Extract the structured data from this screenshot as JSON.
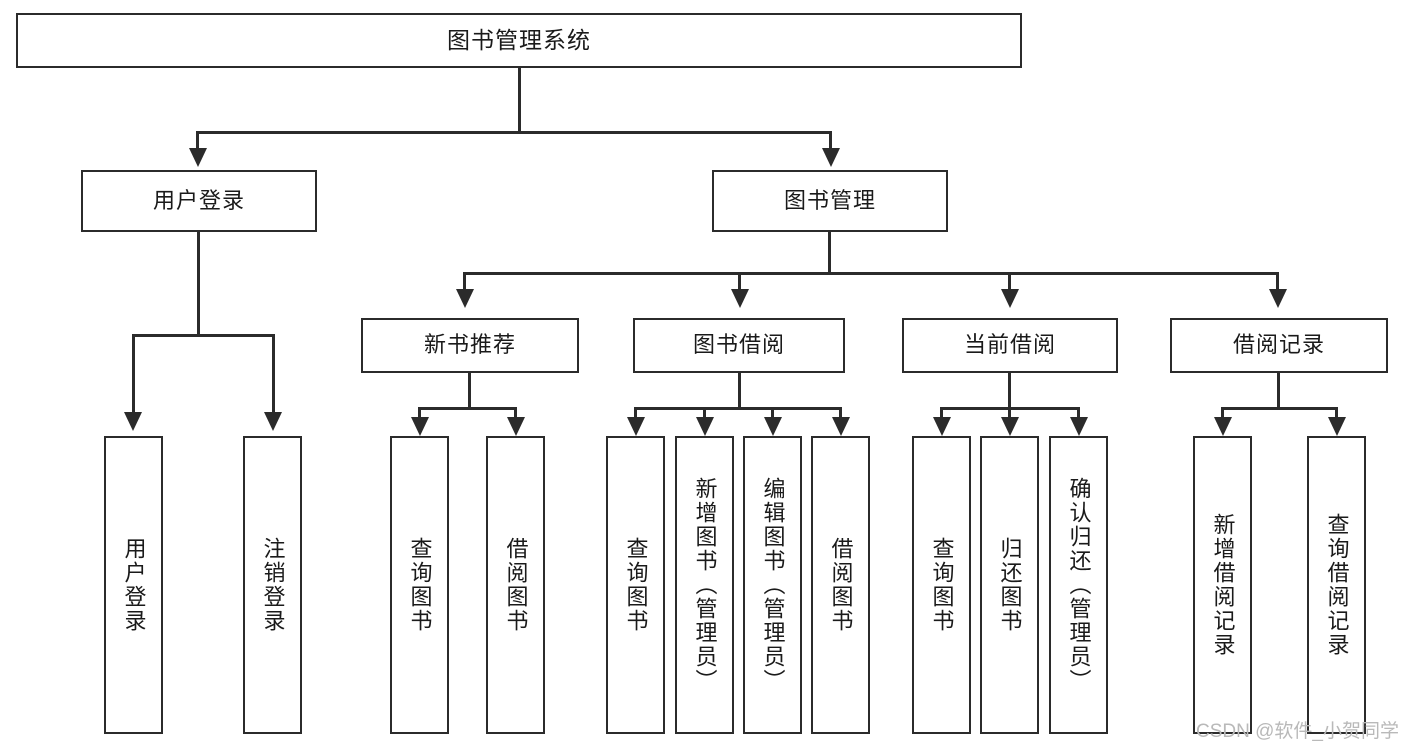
{
  "diagram": {
    "title": "图书管理系统",
    "type": "tree-hierarchy",
    "watermark": "CSDN @软件_小贺同学",
    "colors": {
      "stroke": "#2b2b2b",
      "fill": "#ffffff",
      "text": "#1a1a1a",
      "watermark": "#b9b9b9"
    },
    "nodes": {
      "root": {
        "label": "图书管理系统"
      },
      "level2": [
        {
          "id": "user-login",
          "label": "用户登录"
        },
        {
          "id": "book-manage",
          "label": "图书管理"
        }
      ],
      "level3": [
        {
          "id": "new-book-recommend",
          "label": "新书推荐"
        },
        {
          "id": "book-borrow",
          "label": "图书借阅"
        },
        {
          "id": "current-borrow",
          "label": "当前借阅"
        },
        {
          "id": "borrow-record",
          "label": "借阅记录"
        }
      ],
      "leaves": [
        {
          "id": "leaf-user-login",
          "label": "用户登录",
          "parent": "user-login"
        },
        {
          "id": "leaf-user-logout",
          "label": "注销登录",
          "parent": "user-login"
        },
        {
          "id": "leaf-query-book-1",
          "label": "查询图书",
          "parent": "new-book-recommend"
        },
        {
          "id": "leaf-borrow-book-1",
          "label": "借阅图书",
          "parent": "new-book-recommend"
        },
        {
          "id": "leaf-query-book-2",
          "label": "查询图书",
          "parent": "book-borrow"
        },
        {
          "id": "leaf-add-book",
          "label": "新增图书（管理员）",
          "parent": "book-borrow"
        },
        {
          "id": "leaf-edit-book",
          "label": "编辑图书（管理员）",
          "parent": "book-borrow"
        },
        {
          "id": "leaf-borrow-book-2",
          "label": "借阅图书",
          "parent": "book-borrow"
        },
        {
          "id": "leaf-query-book-3",
          "label": "查询图书",
          "parent": "current-borrow"
        },
        {
          "id": "leaf-return-book",
          "label": "归还图书",
          "parent": "current-borrow"
        },
        {
          "id": "leaf-confirm-return",
          "label": "确认归还（管理员）",
          "parent": "current-borrow"
        },
        {
          "id": "leaf-add-record",
          "label": "新增借阅记录",
          "parent": "borrow-record"
        },
        {
          "id": "leaf-query-record",
          "label": "查询借阅记录",
          "parent": "borrow-record"
        }
      ]
    }
  }
}
